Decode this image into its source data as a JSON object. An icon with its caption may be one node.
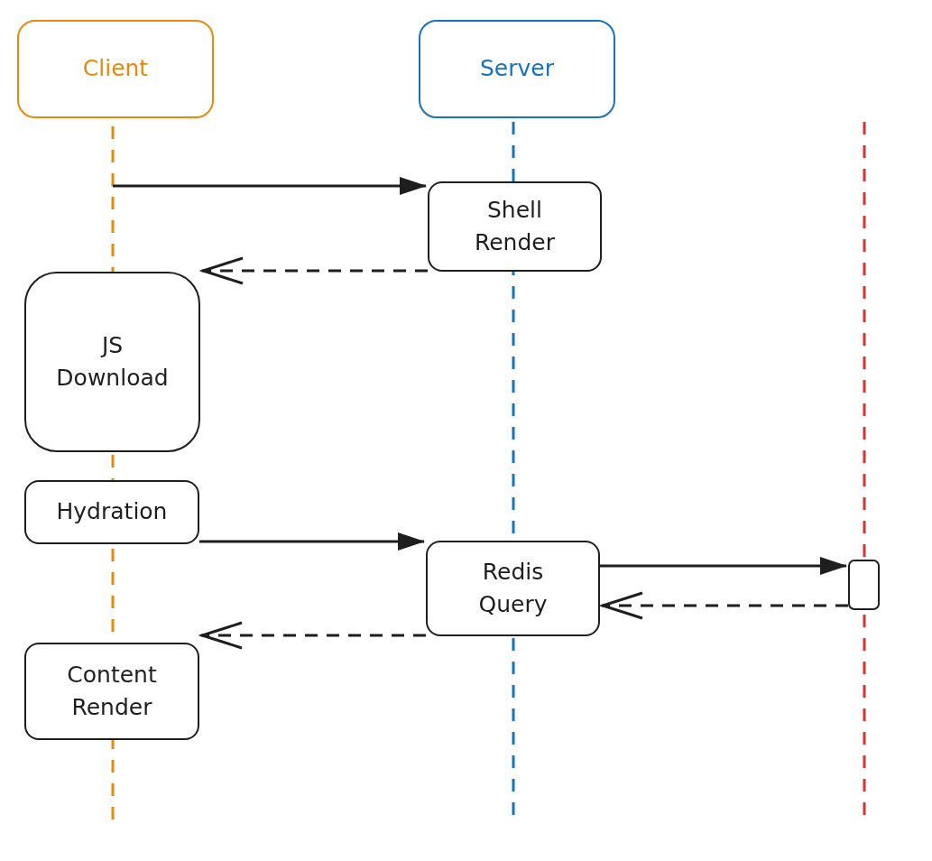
{
  "diagram": {
    "nodes": [
      {
        "text": [
          "Client"
        ]
      },
      {
        "text": [
          "Server"
        ]
      },
      {
        "text": [
          "Shell Render"
        ]
      },
      {
        "text": [
          "JS Download"
        ]
      },
      {
        "text": [
          "Hydration"
        ]
      },
      {
        "text": [
          "Redis Query"
        ]
      },
      {
        "text": [
          "Content Render"
        ]
      },
      {
        "text": [],
        "shape": "box"
      }
    ],
    "edges": [
      {
        "from": null,
        "to": 2,
        "arrow": "to"
      },
      {
        "from": 2,
        "to": 3,
        "arrow": "to",
        "style": "dashed"
      },
      {
        "from": 4,
        "to": 5,
        "arrow": "to"
      },
      {
        "from": 5,
        "to": 7,
        "arrow": "to"
      },
      {
        "from": 7,
        "to": 5,
        "arrow": "to",
        "style": "dashed"
      },
      {
        "from": 5,
        "to": 6,
        "arrow": "to",
        "style": "dashed"
      }
    ]
  }
}
